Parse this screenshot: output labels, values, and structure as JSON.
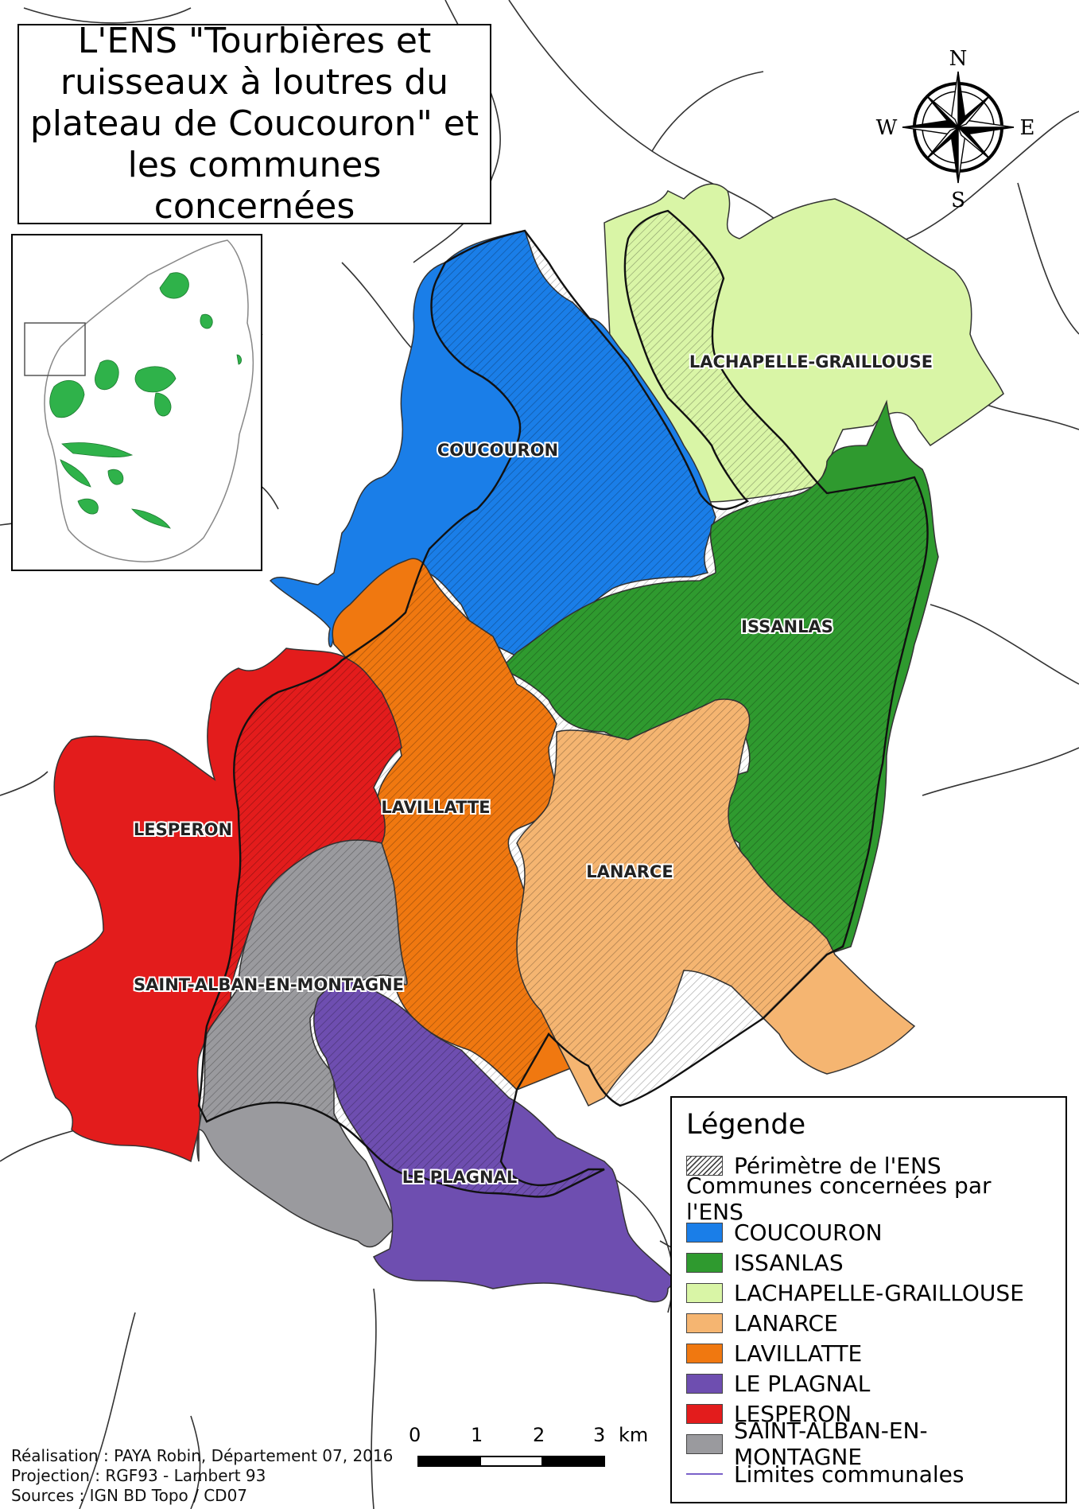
{
  "title": "L'ENS \"Tourbières et ruisseaux à loutres du plateau de Coucouron\" et les communes concernées",
  "compass": {
    "n": "N",
    "s": "S",
    "e": "E",
    "w": "W"
  },
  "communes": [
    {
      "name": "COUCOURON",
      "color": "#1a7ee8"
    },
    {
      "name": "ISSANLAS",
      "color": "#2f9a2f"
    },
    {
      "name": "LACHAPELLE-GRAILLOUSE",
      "color": "#d9f5a6"
    },
    {
      "name": "LANARCE",
      "color": "#f5b571"
    },
    {
      "name": "LAVILLATTE",
      "color": "#f07810"
    },
    {
      "name": "LE PLAGNAL",
      "color": "#6e4eb0"
    },
    {
      "name": "LESPERON",
      "color": "#e31c1c"
    },
    {
      "name": "SAINT-ALBAN-EN-MONTAGNE",
      "color": "#9a9a9e"
    }
  ],
  "legend": {
    "title": "Légende",
    "ens_perimeter": "Périmètre de l'ENS",
    "communes_heading": "Communes concernées par l'ENS",
    "limits": "Limites communales"
  },
  "scale": {
    "ticks": [
      "0",
      "1",
      "2",
      "3"
    ],
    "unit": "km"
  },
  "credits": [
    "Réalisation : PAYA Robin, Département 07, 2016",
    "Projection : RGF93 - Lambert 93",
    "Sources : IGN BD Topo / CD07"
  ]
}
